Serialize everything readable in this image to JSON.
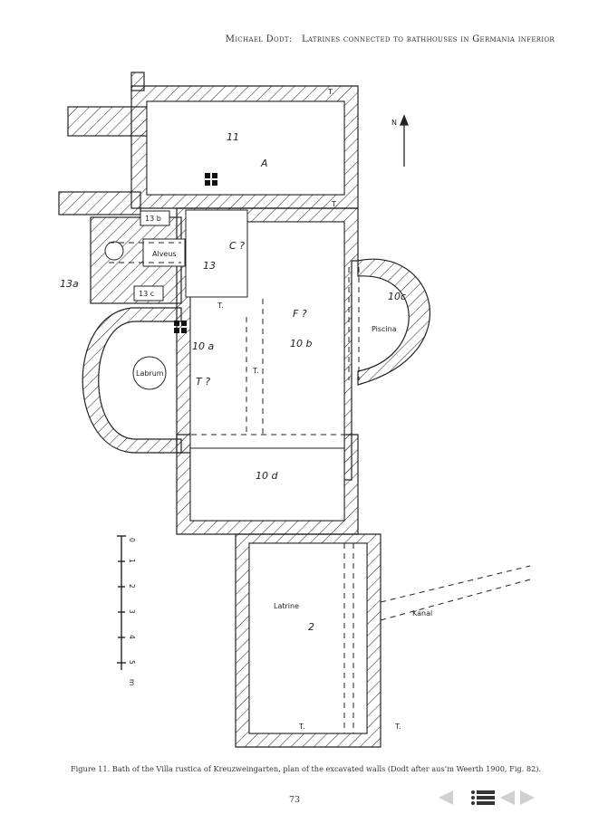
{
  "header": {
    "author": "Michael Dodt:",
    "title": "Latrines connected to bathhouses in Germania inferior"
  },
  "figure": {
    "caption": "Figure 11. Bath of the Villa rustica of Kreuzweingarten, plan of the excavated walls (Dodt after aus’m Weerth 1900, Fig. 82).",
    "labels": {
      "room_11": "11",
      "room_A": "A",
      "room_13b": "13 b",
      "room_alveus": "Alveus",
      "room_Cq": "C ?",
      "room_13": "13",
      "room_13a": "13a",
      "room_13c": "13 c",
      "room_Fq": "F ?",
      "room_10a": "10 a",
      "room_10b": "10 b",
      "room_labrum": "Labrum",
      "room_Tq": "T ?",
      "room_10c": "10c",
      "room_piscina": "Piscina",
      "room_10d": "10 d",
      "room_latrine": "Latrine",
      "room_2": "2",
      "kanal": "Kanal",
      "north": "N",
      "t_marker": "T.",
      "scale_unit": "m",
      "scale_ticks": [
        "0",
        "1",
        "2",
        "3",
        "4",
        "5"
      ]
    }
  },
  "page": {
    "number": "73"
  },
  "nav": {
    "prev_icon": "triangle-left-icon",
    "menu_icon": "list-icon",
    "back_icon": "triangle-left-icon",
    "next_icon": "triangle-right-icon"
  }
}
